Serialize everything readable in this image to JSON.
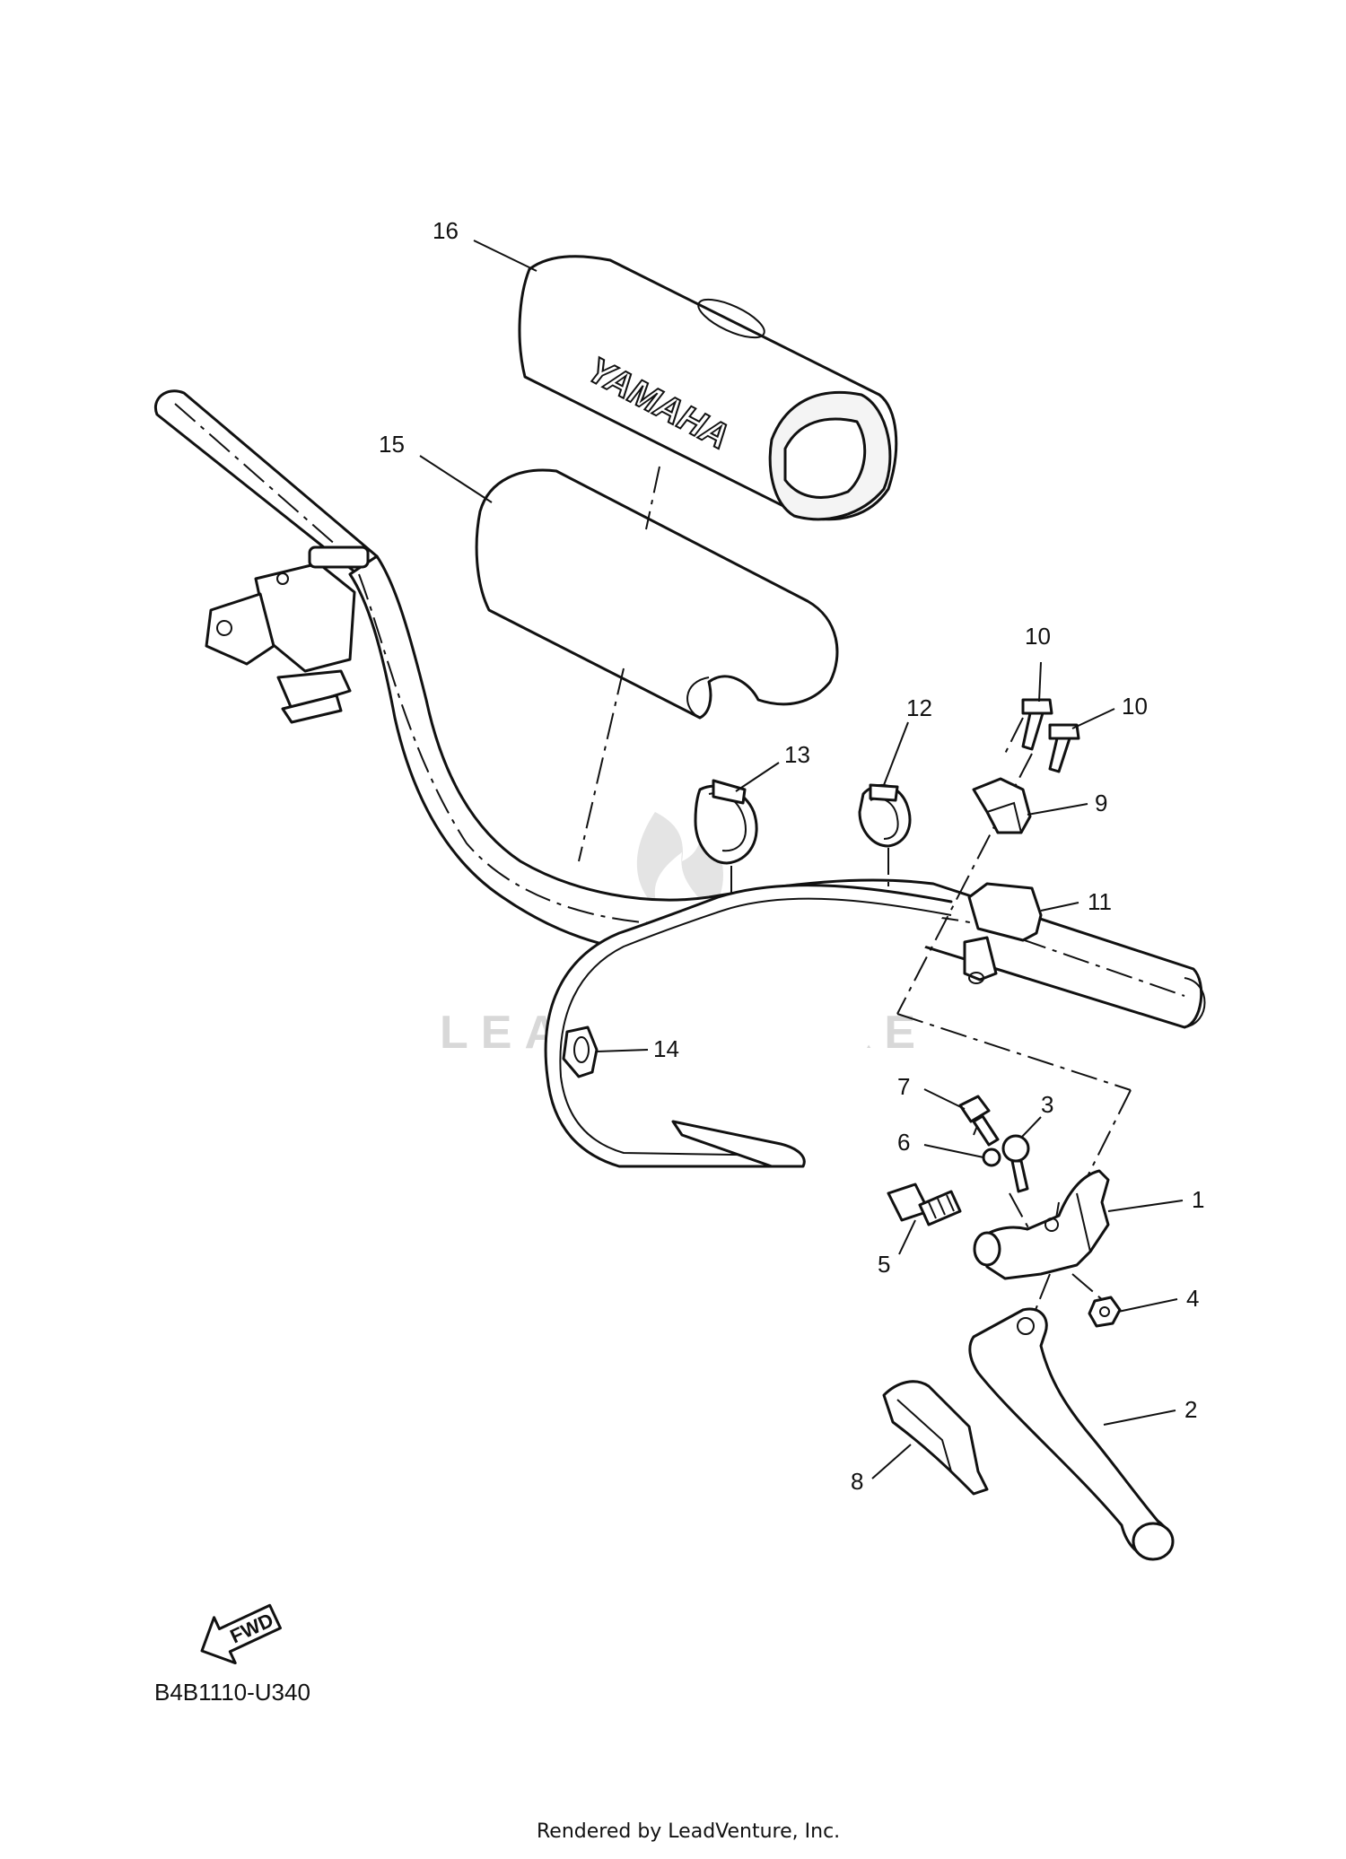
{
  "diagram": {
    "code": "B4B1110-U340",
    "footer": "Rendered by LeadVenture, Inc.",
    "watermark": "LEADVENTURE",
    "pad_logo": "YAMAHA",
    "fwd_label": "FWD",
    "callouts": {
      "c1": "1",
      "c2": "2",
      "c3": "3",
      "c4": "4",
      "c5": "5",
      "c6": "6",
      "c7": "7",
      "c8": "8",
      "c9": "9",
      "c10a": "10",
      "c10b": "10",
      "c11": "11",
      "c12": "12",
      "c13": "13",
      "c14": "14",
      "c15": "15",
      "c16": "16"
    }
  }
}
